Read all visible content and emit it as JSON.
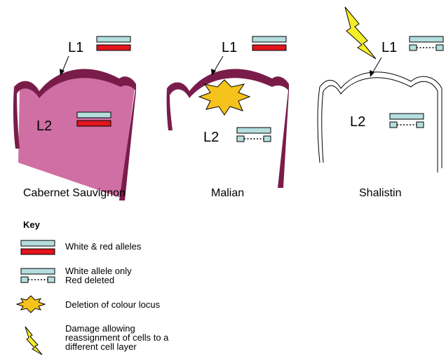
{
  "panels": [
    {
      "layer1_label": "L1",
      "layer2_label": "L2",
      "caption": "Cabernet Sauvignon"
    },
    {
      "layer1_label": "L1",
      "layer2_label": "L2",
      "caption": "Malian"
    },
    {
      "layer1_label": "L1",
      "layer2_label": "L2",
      "caption": "Shalistin"
    }
  ],
  "key": {
    "title": "Key",
    "items": [
      {
        "icon": "white-red-alleles-icon",
        "label": "White & red alleles"
      },
      {
        "icon": "white-allele-only-icon",
        "label": "White allele only\nRed deleted"
      },
      {
        "icon": "deletion-burst-icon",
        "label": "Deletion of colour locus"
      },
      {
        "icon": "lightning-icon",
        "label": "Damage allowing\nreassignment of cells to a\ndifferent cell layer"
      }
    ]
  },
  "colors": {
    "l1_outline": "#7a1c4a",
    "l2_fill": "#cf6fa3",
    "white_allele": "#b5dede",
    "red_allele": "#e2141c",
    "deletion_burst": "#f6c21c",
    "lightning": "#f7ee2a"
  }
}
